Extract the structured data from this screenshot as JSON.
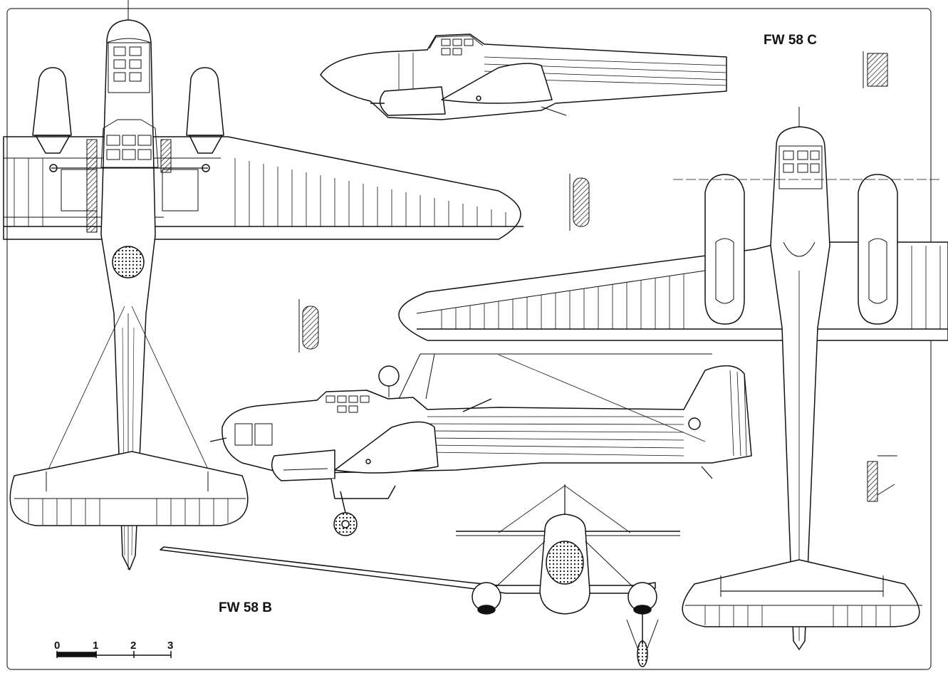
{
  "labels": {
    "variant_c": "FW 58 C",
    "variant_b": "FW 58 B"
  },
  "scale_bar": {
    "ticks": [
      "0",
      "1",
      "2",
      "3"
    ]
  },
  "colors": {
    "ink": "#111111",
    "paper": "#ffffff",
    "frame": "#333333"
  }
}
